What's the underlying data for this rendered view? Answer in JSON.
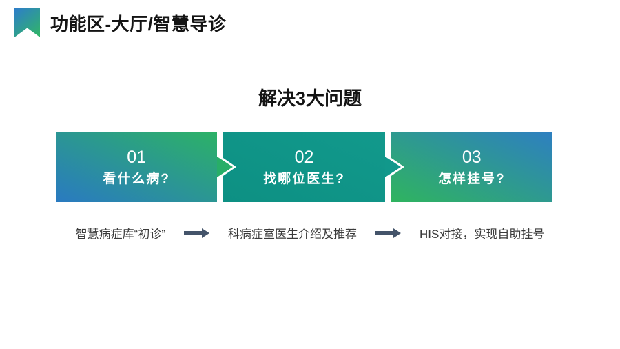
{
  "header": {
    "logo_icon": "bookmark-icon",
    "title": "功能区-大厅/智慧导诊"
  },
  "heading": "解决3大问题",
  "steps": [
    {
      "number": "01",
      "question": "看什么病?"
    },
    {
      "number": "02",
      "question": "找哪位医生?"
    },
    {
      "number": "03",
      "question": "怎样挂号?"
    }
  ],
  "flow": {
    "items": [
      "智慧病症库“初诊”",
      "科病症室医生介绍及推荐",
      "HIS对接，实现自助挂号"
    ],
    "arrow_icon": "right-arrow"
  },
  "colors": {
    "logo_gradient_start": "#2e80c5",
    "logo_gradient_end": "#30b469",
    "step1_gradient_start": "#2a7ac1",
    "step1_gradient_end": "#2cb266",
    "step2_gradient_start": "#0d9083",
    "step2_gradient_end": "#12998c",
    "step3_gradient_start": "#2fb45f",
    "step3_gradient_end": "#2e7fc1",
    "step_text": "#ffffff",
    "flow_arrow": "#44546a",
    "title_text": "#141414",
    "flow_text": "#3a3a3a"
  }
}
